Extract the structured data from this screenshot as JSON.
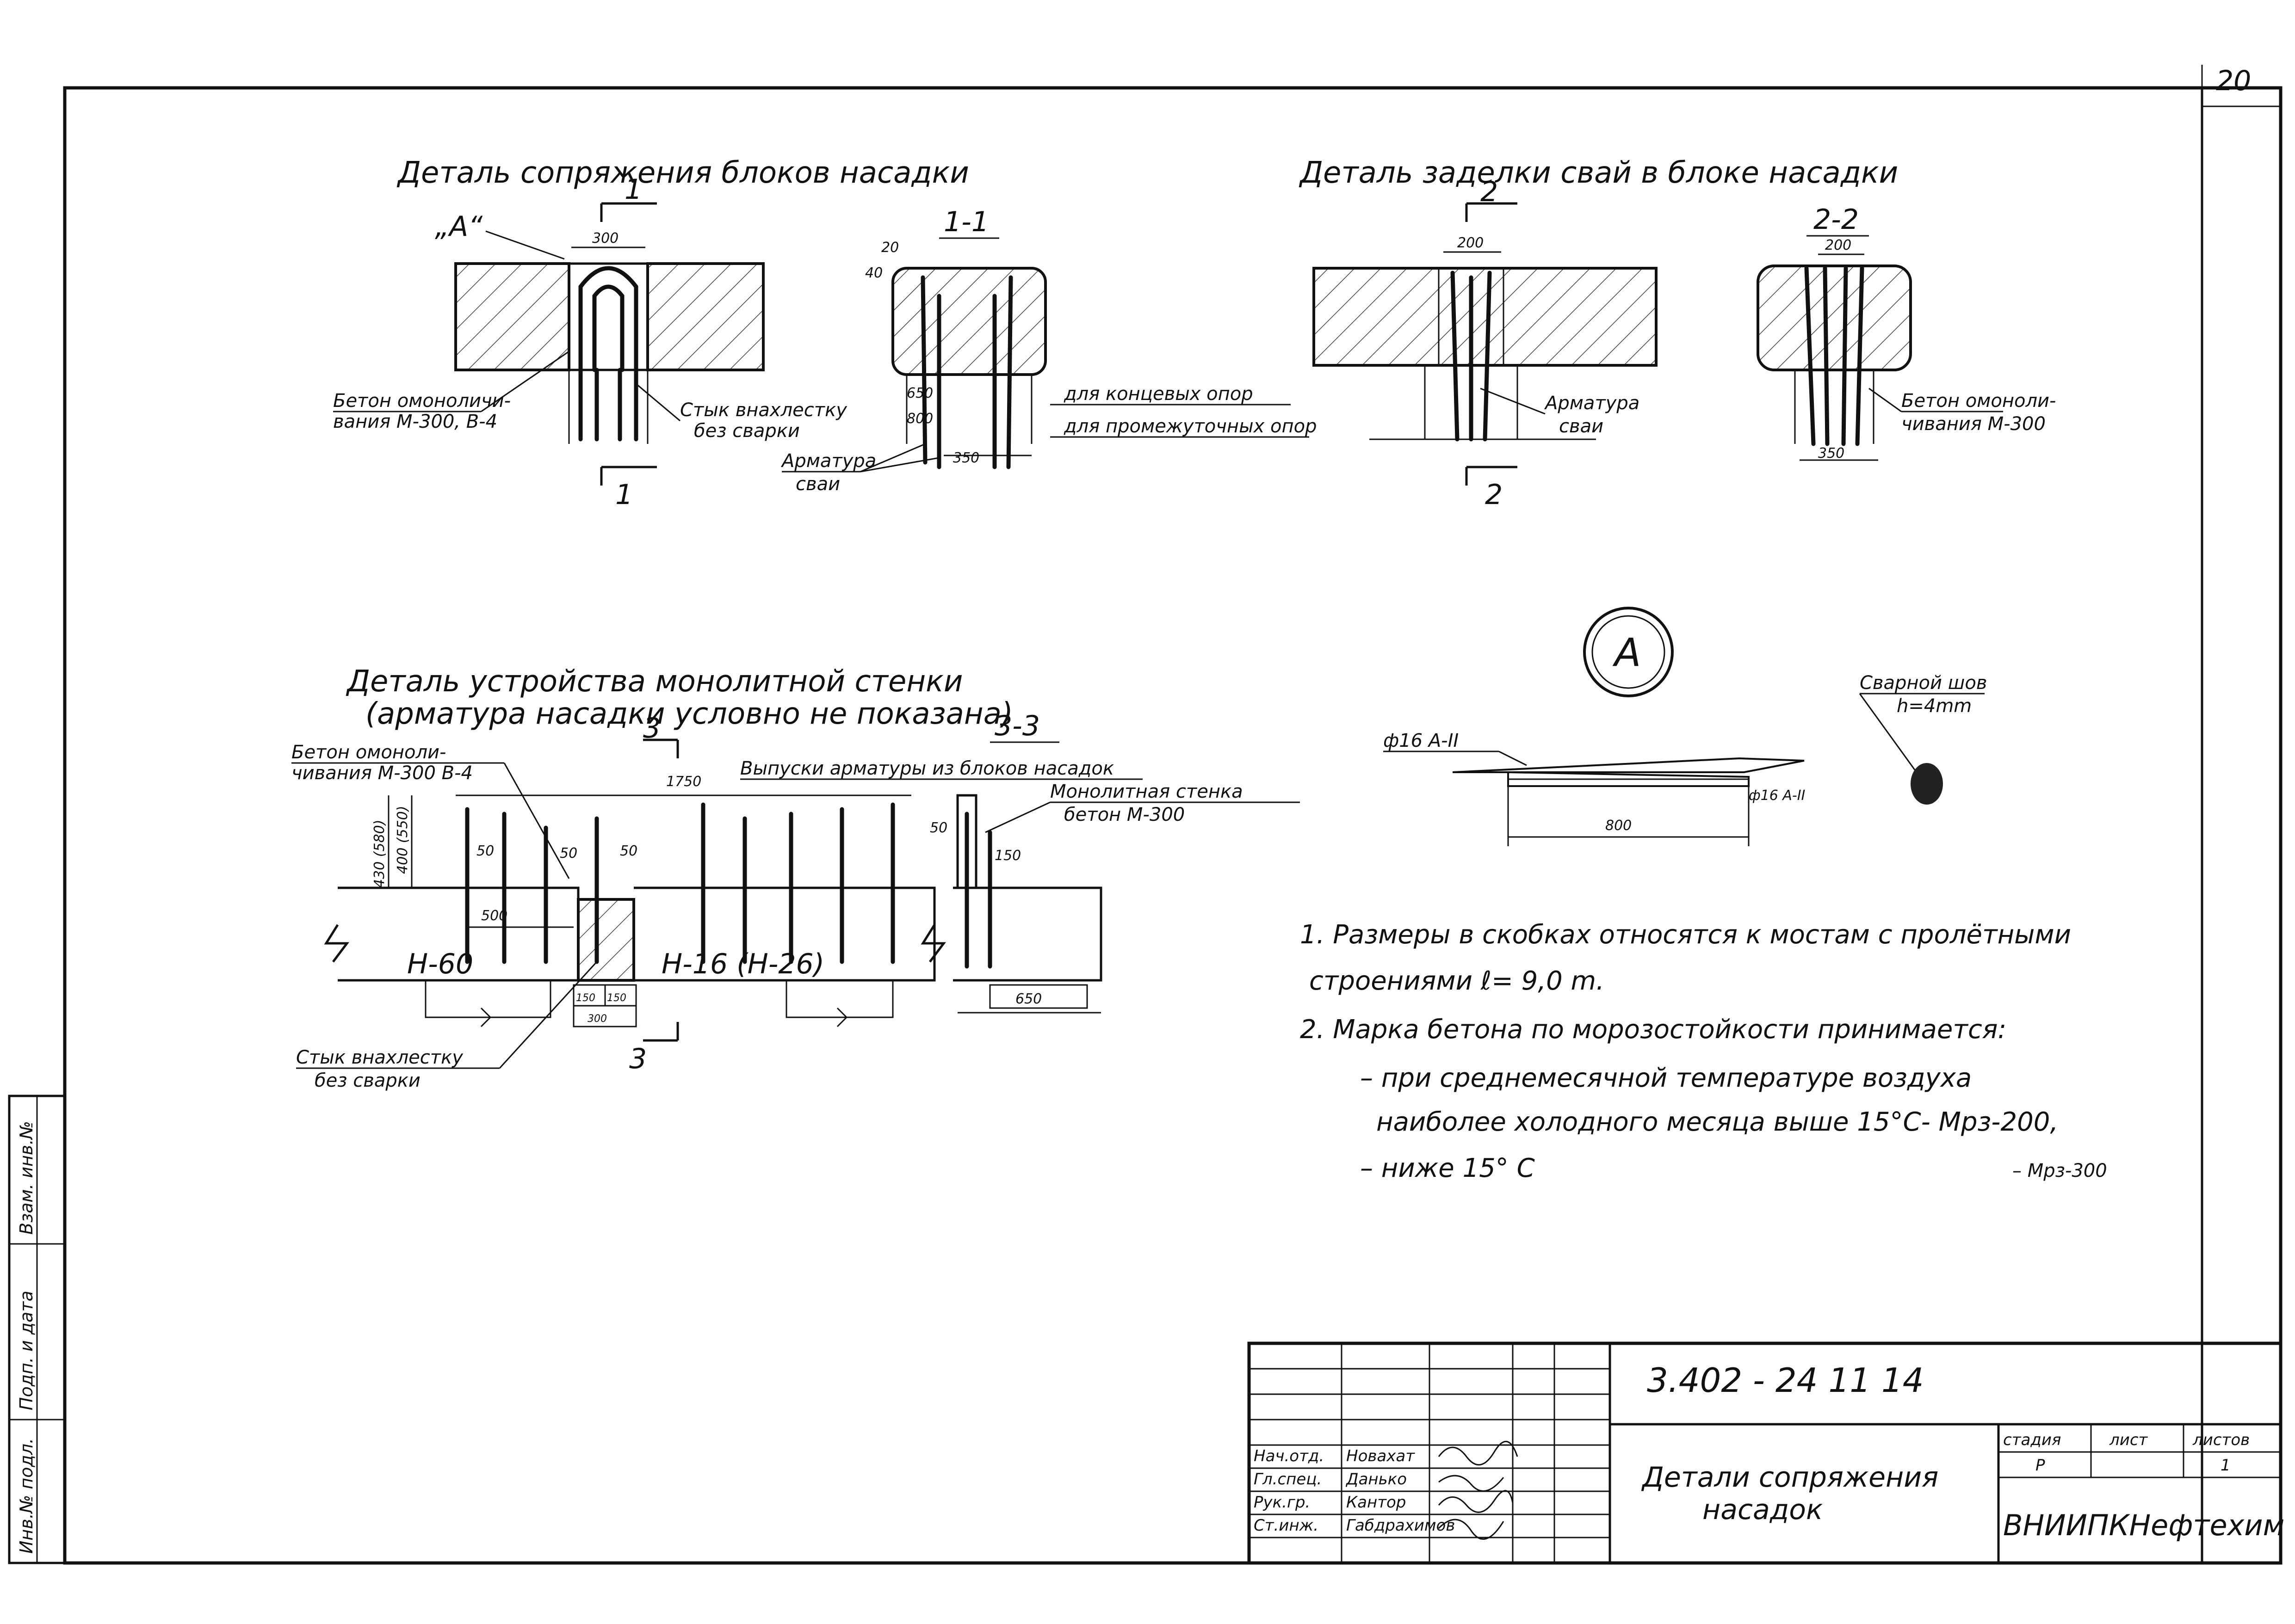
{
  "sheet": {
    "page_number": "20"
  },
  "views": {
    "block_joint": {
      "title": "Деталь сопряжения блоков насадки",
      "callout": "„А“",
      "dim_top": "300",
      "label_concrete": [
        "Бетон омоноличи-",
        "вания М-300, В-4"
      ],
      "label_joint": [
        "Стык внахлестку",
        "без сварки"
      ],
      "section_mark": "1"
    },
    "section_1_1": {
      "title": "1-1",
      "dim_20": "20",
      "dim_40": "40",
      "dim_650": "650",
      "dim_800": "800",
      "dim_350": "350",
      "label_end": "для концевых опор",
      "label_mid": "для промежуточных опор",
      "label_rebar": [
        "Арматура",
        "сваи"
      ]
    },
    "pile_embed": {
      "title": "Деталь заделки свай в блоке насадки",
      "dim_top": "200",
      "label_rebar": [
        "Арматура",
        "сваи"
      ],
      "section_mark": "2"
    },
    "section_2_2": {
      "title": "2-2",
      "dim_top": "200",
      "dim_350": "350",
      "label_concrete": [
        "Бетон омоноли-",
        "чивания М-300"
      ]
    },
    "wall_detail": {
      "title_1": "Деталь устройства монолитной стенки",
      "title_2": "(арматура насадки условно не показана)",
      "section_title": "3-3",
      "label_concrete": [
        "Бетон омоноли-",
        "чивания М-300 В-4"
      ],
      "dim_1750": "1750",
      "label_outlets": "Выпуски арматуры из блоков насадок",
      "label_wall": [
        "Монолитная стенка",
        "бетон М-300"
      ],
      "dim_430": "430 (580)",
      "dim_400": "400 (550)",
      "dim_50a": "50",
      "dim_50b": "50",
      "dim_50c": "50",
      "dim_50d": "50",
      "dim_150": "150",
      "dim_500": "500",
      "label_n60": "Н-60",
      "label_n16": "Н-16 (Н-26)",
      "dim_150a": "150",
      "dim_150b": "150",
      "dim_300": "300",
      "dim_650": "650",
      "label_joint": [
        "Стык внахлестку",
        "без сварки"
      ],
      "section_mark": "3"
    },
    "detail_a": {
      "callout": "А",
      "label_weld": [
        "Сварной шов",
        "h=4mm"
      ],
      "label_bar_top": "ф16 А-II",
      "label_bar_bottom": "ф16 А-II",
      "dim_800": "800"
    }
  },
  "notes": {
    "line1": "1. Размеры в скобках относятся к мостам с пролётными",
    "line2": "строениями  ℓ= 9,0 m.",
    "line3": "2. Марка бетона по морозостойкости принимается:",
    "line4": "– при среднемесячной температуре воздуха",
    "line5": "наиболее холодного месяца выше 15°С- Мрз-200,",
    "line6": "– ниже   15° С",
    "line6_value": "– Мрз-300"
  },
  "title_block": {
    "doc_code": "3.402 - 24    11   14",
    "title_line1": "Детали сопряжения",
    "title_line2": "насадок",
    "org": "ВНИИПКНефтехим",
    "hdr_stage": "стадия",
    "hdr_sheet": "лист",
    "hdr_sheets": "листов",
    "stage": "Р",
    "sheets_total": "1",
    "roles": [
      "Нач.отд.",
      "Гл.спец.",
      "Рук.гр.",
      "Ст.инж."
    ],
    "names": [
      "Новахат",
      "Данько",
      "Кантор",
      "Габдрахимов"
    ]
  },
  "side_stamp": {
    "labels": [
      "Инв.№ подл.",
      "Подп. и дата",
      "Взам. инв.№"
    ]
  }
}
